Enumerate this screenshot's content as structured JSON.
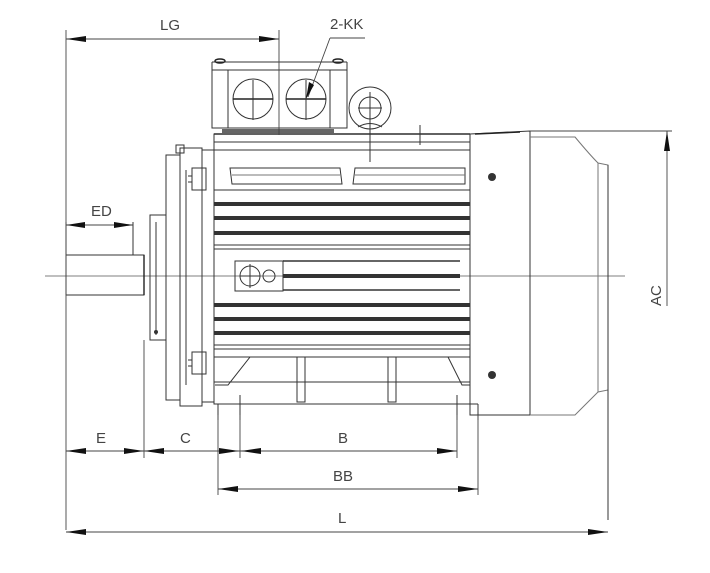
{
  "diagram": {
    "title": "Electric motor outline dimension drawing (side view)",
    "dimension_labels": {
      "lg": "LG",
      "kk": "2-KK",
      "ed": "ED",
      "e": "E",
      "c": "C",
      "b": "B",
      "bb": "BB",
      "l": "L",
      "ac": "AC"
    },
    "components": [
      "shaft",
      "flange",
      "terminal-box",
      "lifting-eyebolt",
      "ribbed-frame",
      "nameplate",
      "mounting-feet",
      "fan-cover"
    ],
    "colors": {
      "line": "#333333",
      "background": "#ffffff"
    }
  }
}
